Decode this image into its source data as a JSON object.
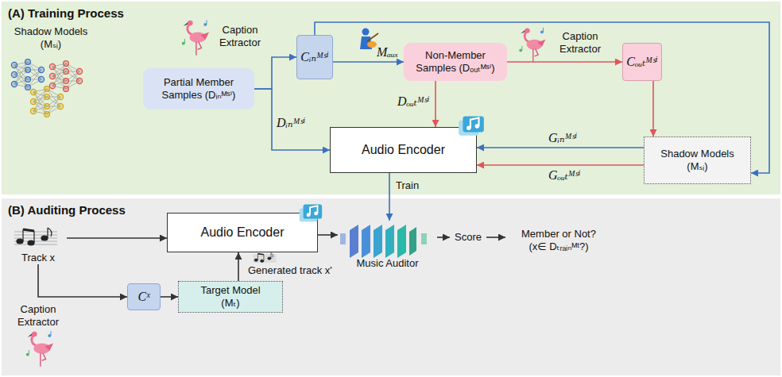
{
  "diagram": {
    "nodes": [
      {
        "text": [
          "(A) Training Process"
        ]
      },
      {
        "text": [
          "Partial Member Samples (Dᵢₙᴹˢⁱ)"
        ],
        "in": 0
      },
      {
        "text": [
          "Cᵢₙᴹˢⁱ"
        ],
        "in": 0
      },
      {
        "text": [
          "Non-Member Samples (Dₒᵤₜᴹˢⁱ)"
        ],
        "in": 0
      },
      {
        "text": [
          "Cₒᵤₜᴹˢⁱ"
        ],
        "in": 0
      },
      {
        "text": [
          "Audio Encoder"
        ],
        "in": 0
      },
      {
        "text": [
          "Shadow Models (Mₛᵢ)"
        ],
        "in": 0
      },
      {
        "text": [
          "(B) Auditing Process"
        ]
      },
      {
        "text": [
          "Track x"
        ],
        "in": 7
      },
      {
        "text": [
          "Audio Encoder"
        ],
        "in": 7
      },
      {
        "text": [
          "Music Auditor"
        ],
        "in": 7
      },
      {
        "text": [
          "Score"
        ],
        "in": 7
      },
      {
        "text": [
          "Member or Not?",
          "(x∈ Dₜᵣₐᵢₙᴹᵗ?)"
        ],
        "in": 7
      },
      {
        "text": [
          "Cˣ"
        ],
        "in": 7
      },
      {
        "text": [
          "Target Model (Mₜ)"
        ],
        "in": 7
      }
    ],
    "edges": [
      {
        "from": 1,
        "to": 2,
        "arrow": "to",
        "label": "Caption Extractor"
      },
      {
        "from": 1,
        "to": 5,
        "arrow": "to",
        "label": "Dᵢₙᴹˢⁱ"
      },
      {
        "from": 2,
        "to": 3,
        "arrow": "to",
        "label": "Mₐᵤₓ"
      },
      {
        "from": 2,
        "to": 6,
        "arrow": "to"
      },
      {
        "from": 3,
        "to": 4,
        "arrow": "to",
        "label": "Caption Extractor"
      },
      {
        "from": 3,
        "to": 5,
        "arrow": "to",
        "label": "Dₒᵤₜᴹˢⁱ"
      },
      {
        "from": 4,
        "to": 6,
        "arrow": "to"
      },
      {
        "from": 6,
        "to": 5,
        "arrow": "to",
        "label": "Gᵢₙᴹˢⁱ"
      },
      {
        "from": 6,
        "to": 5,
        "arrow": "to",
        "label": "Gₒᵤₜᴹˢⁱ"
      },
      {
        "from": 5,
        "to": 10,
        "arrow": "to",
        "label": "Train"
      },
      {
        "from": 8,
        "to": 9,
        "arrow": "to"
      },
      {
        "from": 8,
        "to": 13,
        "arrow": "to",
        "label": "Caption Extractor"
      },
      {
        "from": 13,
        "to": 14,
        "arrow": "to"
      },
      {
        "from": 14,
        "to": 9,
        "arrow": "to",
        "label": "Generated track x'"
      },
      {
        "from": 9,
        "to": 10,
        "arrow": "to"
      },
      {
        "from": 10,
        "to": 11,
        "arrow": "to"
      },
      {
        "from": 11,
        "to": 12,
        "arrow": "to"
      }
    ],
    "labels": [
      "Shadow Models (Mₛᵢ)"
    ]
  }
}
